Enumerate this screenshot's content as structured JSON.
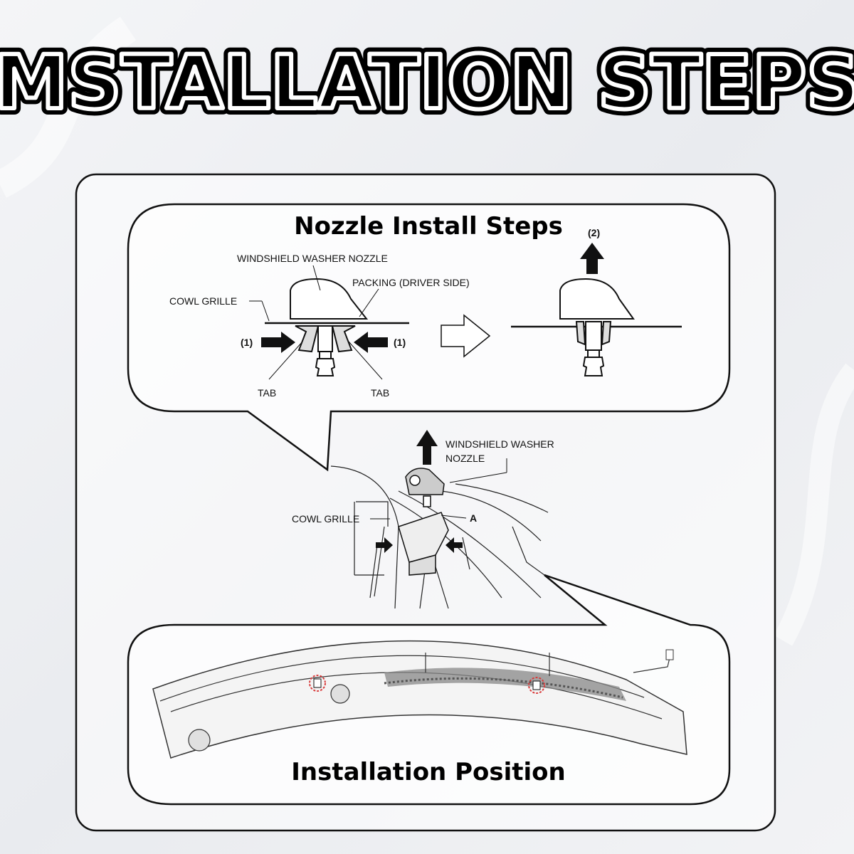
{
  "title": "MSTALLATION STEPS",
  "nozzle_panel": {
    "heading": "Nozzle Install Steps",
    "heading_step": "(2)",
    "labels": {
      "nozzle": "WINDSHIELD WASHER NOZZLE",
      "packing": "PACKING (DRIVER SIDE)",
      "cowl": "COWL GRILLE",
      "step_left": "(1)",
      "step_right": "(1)",
      "tab_left": "TAB",
      "tab_right": "TAB"
    }
  },
  "middle_diagram": {
    "nozzle_line1": "WINDSHIELD WASHER",
    "nozzle_line2": "NOZZLE",
    "cowl": "COWL GRILLE",
    "point": "A"
  },
  "position_panel": {
    "heading": "Installation Position"
  },
  "colors": {
    "marker": "#d93b3b",
    "outline": "#111111"
  }
}
